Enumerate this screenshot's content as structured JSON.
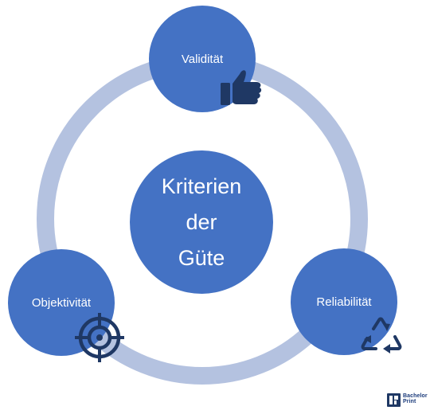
{
  "diagram": {
    "center": {
      "lines": [
        "Kriterien",
        "der",
        "Güte"
      ]
    },
    "nodes": {
      "top": {
        "label": "Validität",
        "icon": "thumbs-up-icon"
      },
      "right": {
        "label": "Reliabilität",
        "icon": "recycle-icon"
      },
      "left": {
        "label": "Objektivität",
        "icon": "target-crosshair-icon"
      }
    }
  },
  "colors": {
    "node_fill": "#4472c4",
    "ring": "#b4c2e0",
    "icon": "#1f3864",
    "text": "#ffffff"
  },
  "logo": {
    "line1": "Bachelor",
    "line2": "Print"
  }
}
